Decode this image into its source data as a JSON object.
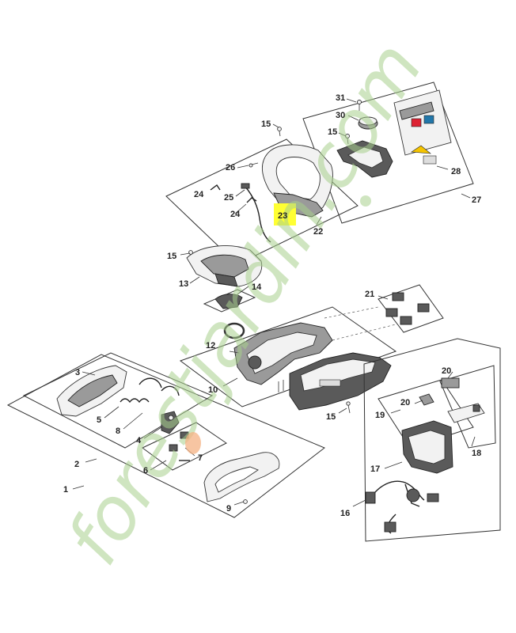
{
  "callouts": {
    "n1": "1",
    "n2": "2",
    "n3": "3",
    "n4": "4",
    "n5": "5",
    "n6": "6",
    "n7": "7",
    "n8": "8",
    "n9": "9",
    "n10": "10",
    "n12": "12",
    "n13": "13",
    "n14": "14",
    "n15a": "15",
    "n15b": "15",
    "n15c": "15",
    "n15d": "15",
    "n16": "16",
    "n17": "17",
    "n18": "18",
    "n19": "19",
    "n20a": "20",
    "n20b": "20",
    "n21": "21",
    "n22": "22",
    "n23": "23",
    "n24a": "24",
    "n24b": "24",
    "n25": "25",
    "n26": "26",
    "n27": "27",
    "n28": "28",
    "n30": "30",
    "n31": "31"
  },
  "highlight": {
    "label": "23",
    "color": "#ffff33"
  },
  "watermark": {
    "text": "forestjardin.com",
    "color": "#a8d08d",
    "accent": "#f4b183"
  }
}
